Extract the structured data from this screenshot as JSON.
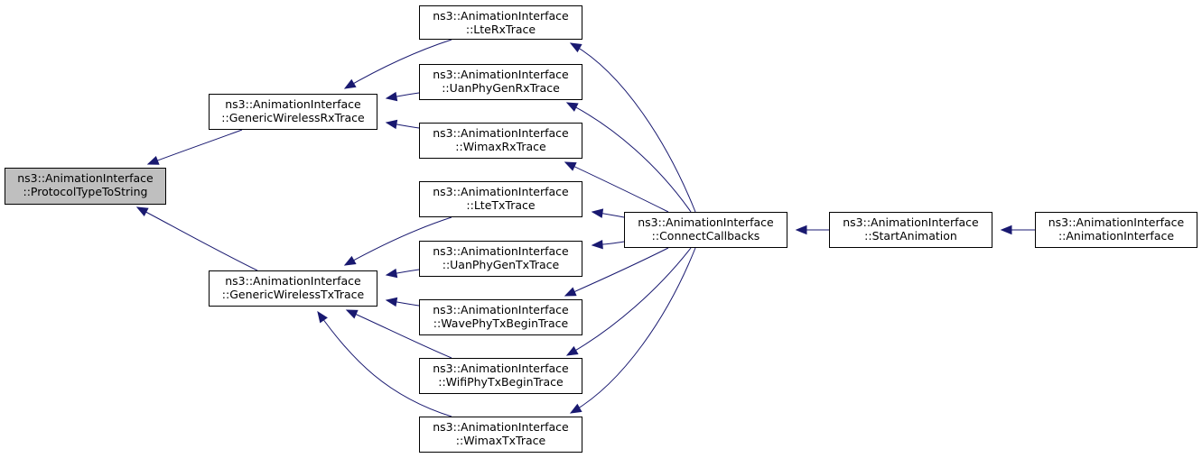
{
  "colors": {
    "edge": "#191970",
    "node_border": "#000000",
    "node_fill": "#ffffff",
    "current_fill": "#bfbfbf"
  },
  "nodes": [
    {
      "id": "protocol",
      "line1": "ns3::AnimationInterface",
      "line2": "::ProtocolTypeToString",
      "current": true
    },
    {
      "id": "genrx",
      "line1": "ns3::AnimationInterface",
      "line2": "::GenericWirelessRxTrace"
    },
    {
      "id": "gentx",
      "line1": "ns3::AnimationInterface",
      "line2": "::GenericWirelessTxTrace"
    },
    {
      "id": "lterx",
      "line1": "ns3::AnimationInterface",
      "line2": "::LteRxTrace"
    },
    {
      "id": "uanrx",
      "line1": "ns3::AnimationInterface",
      "line2": "::UanPhyGenRxTrace"
    },
    {
      "id": "wimaxrx",
      "line1": "ns3::AnimationInterface",
      "line2": "::WimaxRxTrace"
    },
    {
      "id": "ltetx",
      "line1": "ns3::AnimationInterface",
      "line2": "::LteTxTrace"
    },
    {
      "id": "uantx",
      "line1": "ns3::AnimationInterface",
      "line2": "::UanPhyGenTxTrace"
    },
    {
      "id": "wave",
      "line1": "ns3::AnimationInterface",
      "line2": "::WavePhyTxBeginTrace"
    },
    {
      "id": "wifi",
      "line1": "ns3::AnimationInterface",
      "line2": "::WifiPhyTxBeginTrace"
    },
    {
      "id": "wimaxtx",
      "line1": "ns3::AnimationInterface",
      "line2": "::WimaxTxTrace"
    },
    {
      "id": "connect",
      "line1": "ns3::AnimationInterface",
      "line2": "::ConnectCallbacks"
    },
    {
      "id": "start",
      "line1": "ns3::AnimationInterface",
      "line2": "::StartAnimation"
    },
    {
      "id": "ctor",
      "line1": "ns3::AnimationInterface",
      "line2": "::AnimationInterface"
    }
  ],
  "edges": [
    {
      "from": "genrx",
      "to": "protocol"
    },
    {
      "from": "gentx",
      "to": "protocol"
    },
    {
      "from": "lterx",
      "to": "genrx"
    },
    {
      "from": "uanrx",
      "to": "genrx"
    },
    {
      "from": "wimaxrx",
      "to": "genrx"
    },
    {
      "from": "ltetx",
      "to": "gentx"
    },
    {
      "from": "uantx",
      "to": "gentx"
    },
    {
      "from": "wave",
      "to": "gentx"
    },
    {
      "from": "wifi",
      "to": "gentx"
    },
    {
      "from": "wimaxtx",
      "to": "gentx"
    },
    {
      "from": "connect",
      "to": "lterx"
    },
    {
      "from": "connect",
      "to": "uanrx"
    },
    {
      "from": "connect",
      "to": "wimaxrx"
    },
    {
      "from": "connect",
      "to": "ltetx"
    },
    {
      "from": "connect",
      "to": "uantx"
    },
    {
      "from": "connect",
      "to": "wave"
    },
    {
      "from": "connect",
      "to": "wifi"
    },
    {
      "from": "connect",
      "to": "wimaxtx"
    },
    {
      "from": "start",
      "to": "connect"
    },
    {
      "from": "ctor",
      "to": "start"
    }
  ]
}
